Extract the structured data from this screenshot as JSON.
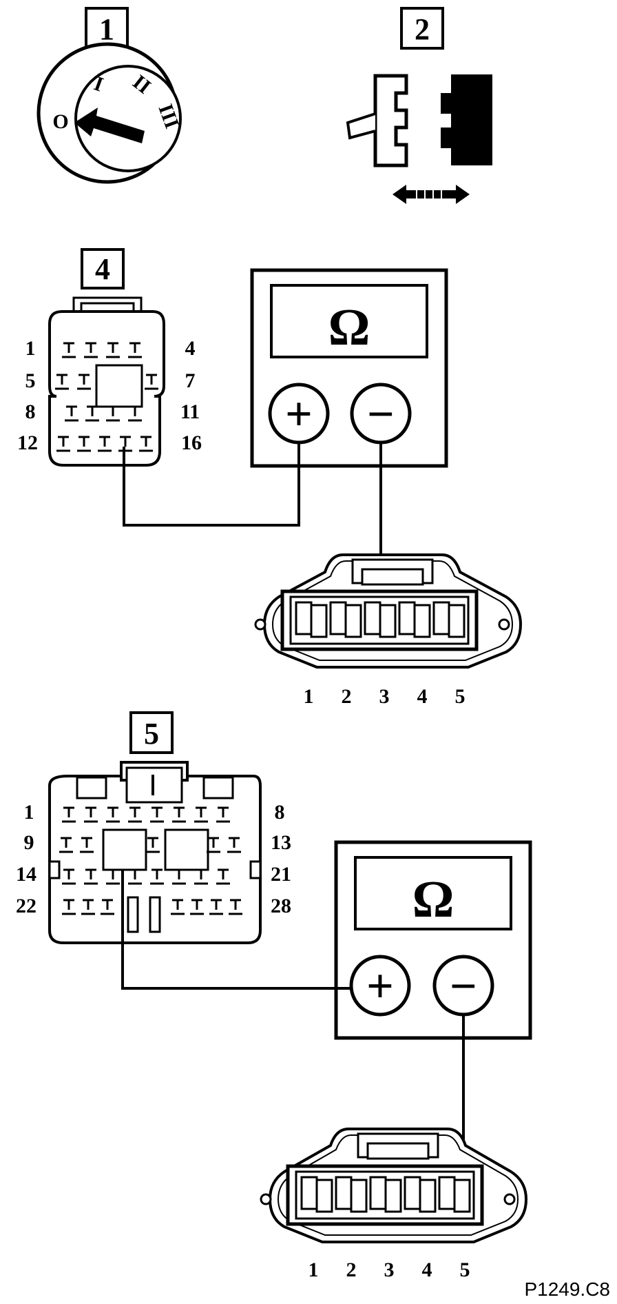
{
  "steps": [
    {
      "id": "1",
      "label": "1"
    },
    {
      "id": "2",
      "label": "2"
    },
    {
      "id": "4",
      "label": "4"
    },
    {
      "id": "5",
      "label": "5"
    }
  ],
  "ignition_switch": {
    "positions": [
      "O",
      "I",
      "II",
      "III"
    ]
  },
  "connector_4": {
    "pin_labels": {
      "r1_left": "1",
      "r1_right": "4",
      "r2_left": "5",
      "r2_right": "7",
      "r3_left": "8",
      "r3_right": "11",
      "r4_left": "12",
      "r4_right": "16"
    }
  },
  "connector_5": {
    "pin_labels": {
      "r1_left": "1",
      "r1_right": "8",
      "r2_left": "9",
      "r2_right": "13",
      "r3_left": "14",
      "r3_right": "21",
      "r4_left": "22",
      "r4_right": "28"
    }
  },
  "meter": {
    "symbol": "Ω",
    "plus": "+",
    "minus": "−"
  },
  "sensor_connector": {
    "pins": [
      "1",
      "2",
      "3",
      "4",
      "5"
    ]
  },
  "figure_ref": "P1249.C8"
}
